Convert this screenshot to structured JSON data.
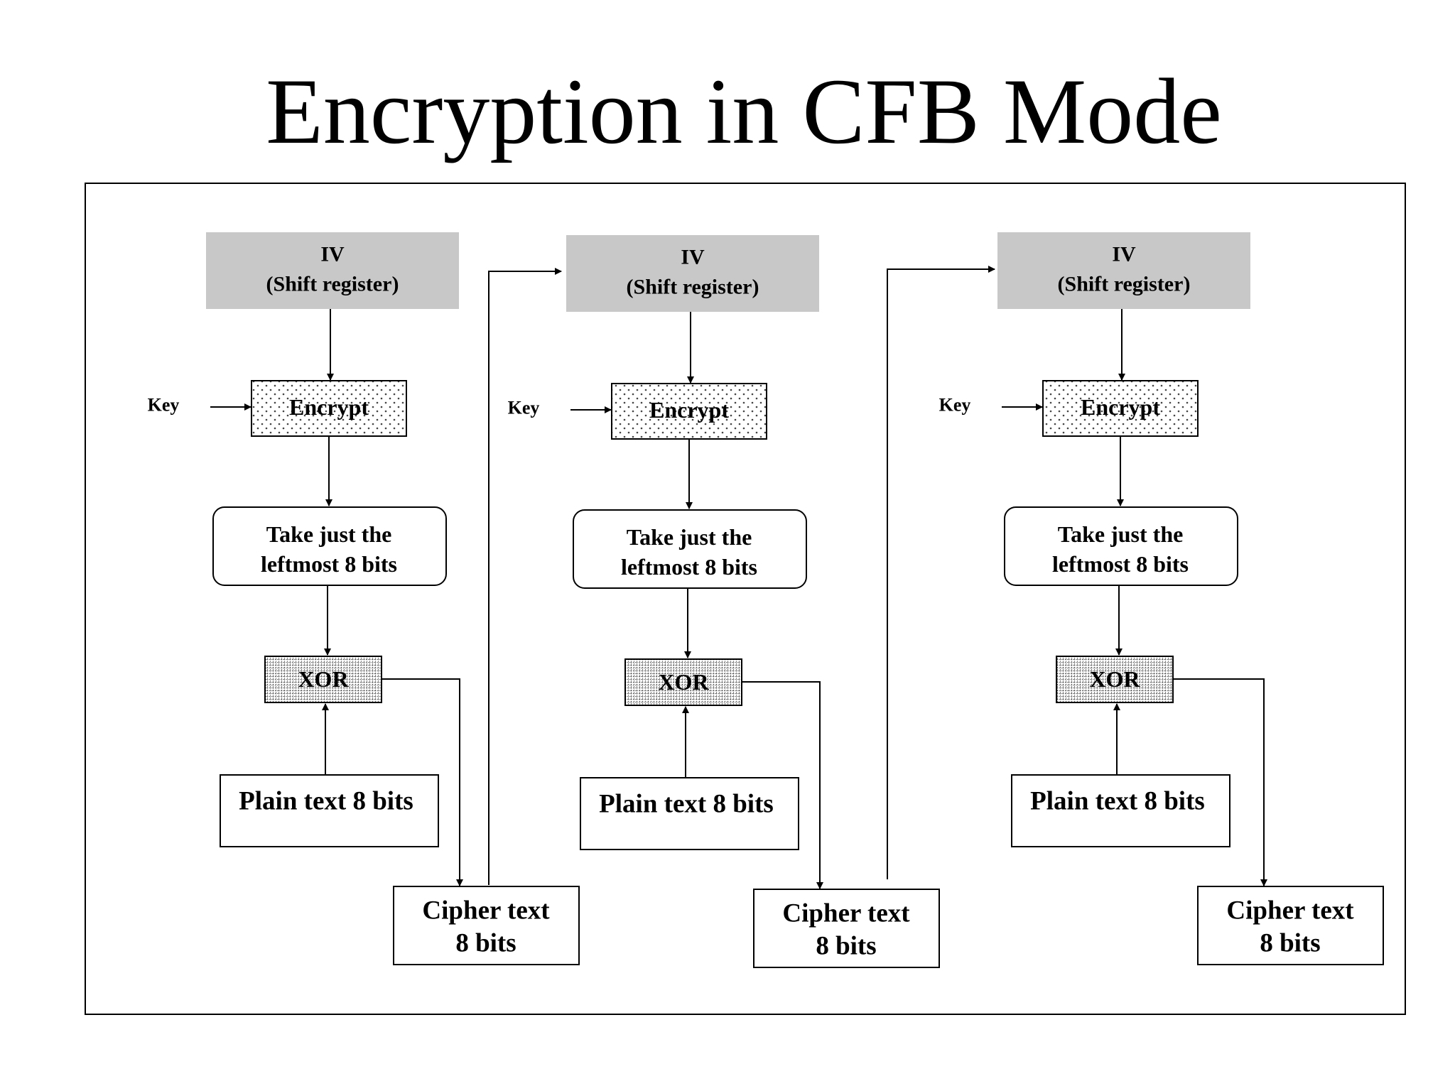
{
  "title": "Encryption in CFB Mode",
  "stages": [
    {
      "iv": [
        "IV",
        "(Shift register)"
      ],
      "key": "Key",
      "encrypt": "Encrypt",
      "take": [
        "Take just the",
        "leftmost 8 bits"
      ],
      "xor": "XOR",
      "plain": "Plain text 8 bits",
      "cipher": [
        "Cipher text",
        "8 bits"
      ]
    },
    {
      "iv": [
        "IV",
        "(Shift register)"
      ],
      "key": "Key",
      "encrypt": "Encrypt",
      "take": [
        "Take just the",
        "leftmost 8 bits"
      ],
      "xor": "XOR",
      "plain": "Plain text 8 bits",
      "cipher": [
        "Cipher text",
        "8 bits"
      ]
    },
    {
      "iv": [
        "IV",
        "(Shift register)"
      ],
      "key": "Key",
      "encrypt": "Encrypt",
      "take": [
        "Take just the",
        "leftmost 8 bits"
      ],
      "xor": "XOR",
      "plain": "Plain text 8 bits",
      "cipher": [
        "Cipher text",
        "8 bits"
      ]
    }
  ],
  "colors": {
    "iv_fill": "#c8c8c8",
    "line": "#000000",
    "background": "#ffffff"
  }
}
